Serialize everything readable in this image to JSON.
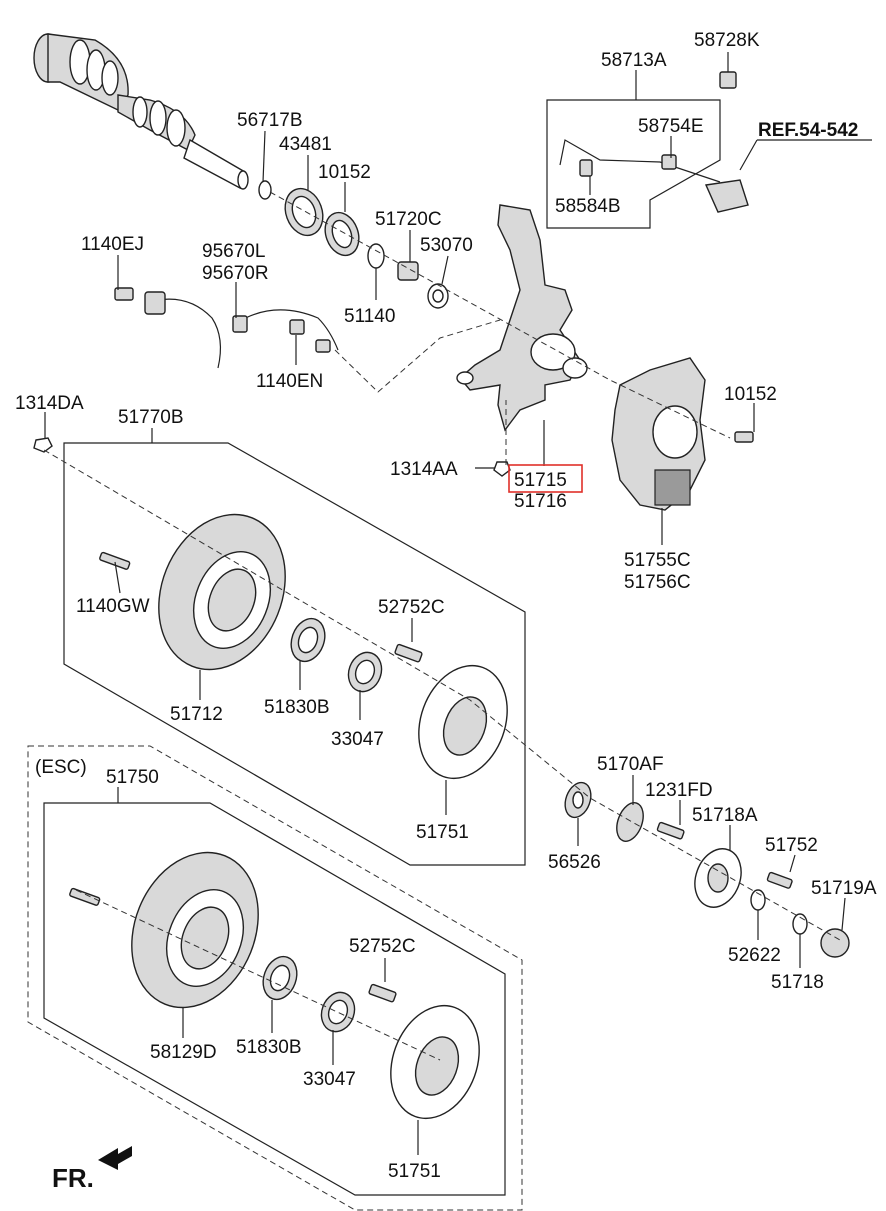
{
  "diagram": {
    "labels": {
      "p58728K": "58728K",
      "p58713A": "58713A",
      "p58754E": "58754E",
      "ref": "REF.54-542",
      "p58584B": "58584B",
      "p56717B": "56717B",
      "p43481": "43481",
      "p10152a": "10152",
      "p51720C": "51720C",
      "p53070": "53070",
      "p1140EJ": "1140EJ",
      "p95670L": "95670L",
      "p95670R": "95670R",
      "p51140": "51140",
      "p1140EN": "1140EN",
      "p1314DA": "1314DA",
      "p51770B": "51770B",
      "p10152b": "10152",
      "p1314AA": "1314AA",
      "p51715": "51715",
      "p51716": "51716",
      "p51755C": "51755C",
      "p51756C": "51756C",
      "p1140GW": "1140GW",
      "p52752Ca": "52752C",
      "p51712": "51712",
      "p51830Ba": "51830B",
      "p33047a": "33047",
      "p51751a": "51751",
      "esc": "(ESC)",
      "p51750": "51750",
      "p5170AF": "5170AF",
      "p1231FD": "1231FD",
      "p51718A": "51718A",
      "p56526": "56526",
      "p51752": "51752",
      "p51719A": "51719A",
      "p52622": "52622",
      "p51718": "51718",
      "p52752Cb": "52752C",
      "p58129D": "58129D",
      "p51830Bb": "51830B",
      "p33047b": "33047",
      "p51751b": "51751",
      "fr": "FR."
    },
    "highlight_color": "#e0302a"
  }
}
